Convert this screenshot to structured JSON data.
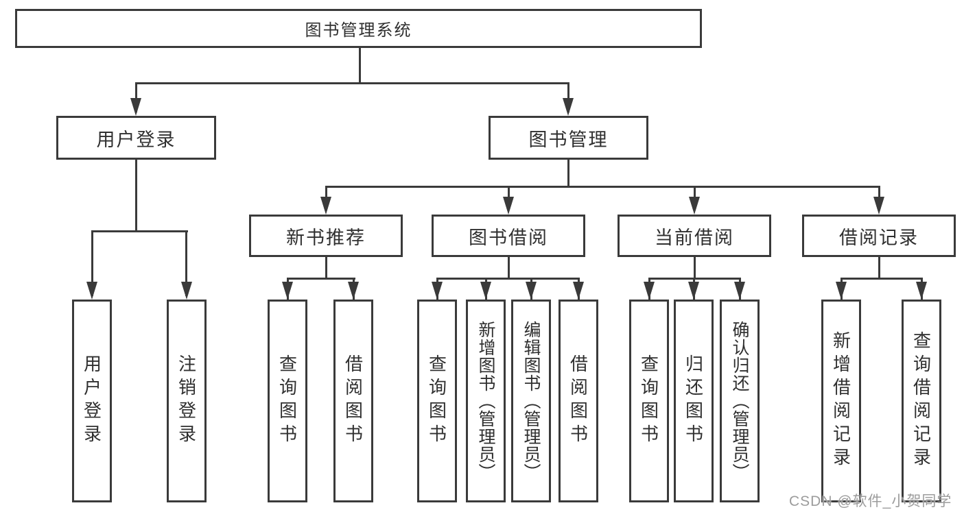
{
  "diagram": {
    "root": {
      "label": "图书管理系统"
    },
    "level2": [
      {
        "label": "用户登录"
      },
      {
        "label": "图书管理"
      }
    ],
    "level3": [
      {
        "label": "新书推荐"
      },
      {
        "label": "图书借阅"
      },
      {
        "label": "当前借阅"
      },
      {
        "label": "借阅记录"
      }
    ],
    "leaves": {
      "user": [
        {
          "label": "用户登录"
        },
        {
          "label": "注销登录"
        }
      ],
      "newbook": [
        {
          "label": "查询图书"
        },
        {
          "label": "借阅图书"
        }
      ],
      "borrow": [
        {
          "label": "查询图书"
        },
        {
          "label": "新增图书（管理员）"
        },
        {
          "label": "编辑图书（管理员）"
        },
        {
          "label": "借阅图书"
        }
      ],
      "current": [
        {
          "label": "查询图书"
        },
        {
          "label": "归还图书"
        },
        {
          "label": "确认归还（管理员）"
        }
      ],
      "records": [
        {
          "label": "新增借阅记录"
        },
        {
          "label": "查询借阅记录"
        }
      ]
    }
  },
  "watermark": {
    "text": "CSDN @软件_小贺同学"
  },
  "colors": {
    "line": "#3a3a3a",
    "text": "#2f2f2f",
    "watermark_gray": "#9c9c9c",
    "background": "#ffffff"
  }
}
